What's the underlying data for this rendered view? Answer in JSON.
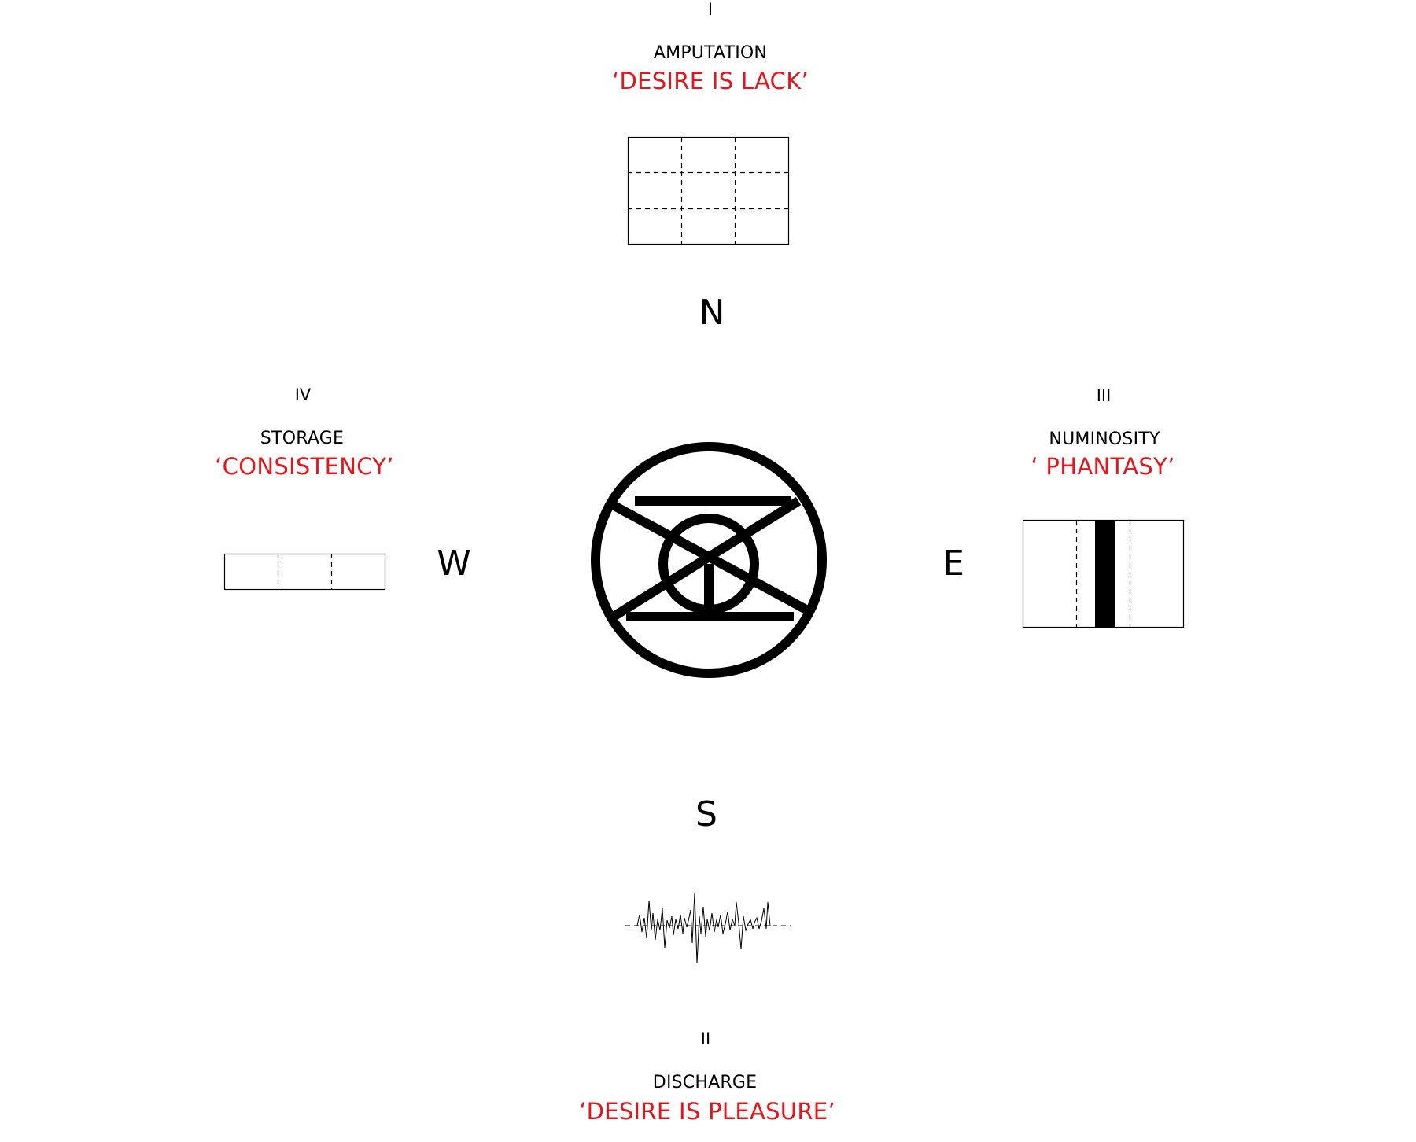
{
  "north": {
    "numeral": "I",
    "title": "AMPUTATION",
    "quote": "‘DESIRE IS LACK’",
    "direction": "N"
  },
  "south": {
    "numeral": "II",
    "title": "DISCHARGE",
    "quote": "‘DESIRE IS PLEASURE’",
    "direction": "S"
  },
  "east": {
    "numeral": "III",
    "title": "NUMINOSITY",
    "quote": "‘ PHANTASY’",
    "direction": "E"
  },
  "west": {
    "numeral": "IV",
    "title": "STORAGE",
    "quote": "‘CONSISTENCY’",
    "direction": "W"
  },
  "colors": {
    "quote": "#e8141c",
    "ink": "#000000"
  }
}
